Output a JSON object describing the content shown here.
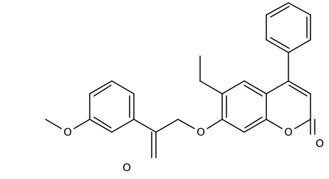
{
  "atoms": {
    "ester_ring_o": "O",
    "carbonyl_o": "O",
    "ether_o": "O",
    "ketone_o": "O",
    "methoxy_o": "O"
  },
  "colors": {
    "bond": "#000000",
    "background": "#ffffff"
  }
}
